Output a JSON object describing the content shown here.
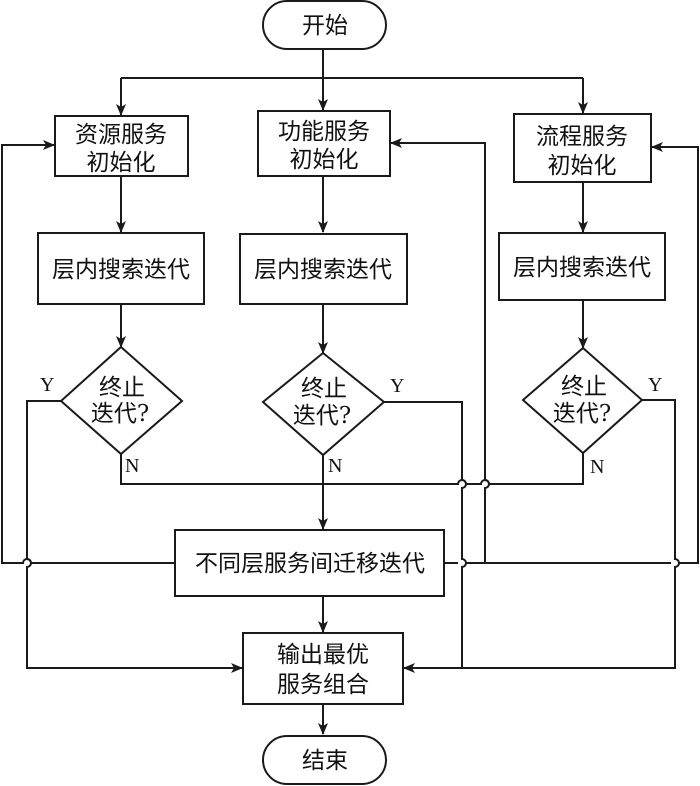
{
  "diagram": {
    "type": "flowchart",
    "nodes": {
      "start": {
        "kind": "terminal",
        "lines": [
          "开始"
        ]
      },
      "init_resource": {
        "kind": "process",
        "lines": [
          "资源服务",
          "初始化"
        ]
      },
      "init_function": {
        "kind": "process",
        "lines": [
          "功能服务",
          "初始化"
        ]
      },
      "init_flow": {
        "kind": "process",
        "lines": [
          "流程服务",
          "初始化"
        ]
      },
      "search_resource": {
        "kind": "process",
        "lines": [
          "层内搜索迭代"
        ]
      },
      "search_function": {
        "kind": "process",
        "lines": [
          "层内搜索迭代"
        ]
      },
      "search_flow": {
        "kind": "process",
        "lines": [
          "层内搜索迭代"
        ]
      },
      "decide_resource": {
        "kind": "decision",
        "lines": [
          "终止",
          "迭代?"
        ]
      },
      "decide_function": {
        "kind": "decision",
        "lines": [
          "终止",
          "迭代?"
        ]
      },
      "decide_flow": {
        "kind": "decision",
        "lines": [
          "终止",
          "迭代?"
        ]
      },
      "migrate": {
        "kind": "process",
        "lines": [
          "不同层服务间迁移迭代"
        ]
      },
      "output": {
        "kind": "process",
        "lines": [
          "输出最优",
          "服务组合"
        ]
      },
      "end": {
        "kind": "terminal",
        "lines": [
          "结束"
        ]
      }
    },
    "edge_labels": {
      "yes": "Y",
      "no": "N"
    },
    "edges": [
      {
        "from": "start",
        "to": "init_resource"
      },
      {
        "from": "start",
        "to": "init_function"
      },
      {
        "from": "start",
        "to": "init_flow"
      },
      {
        "from": "init_resource",
        "to": "search_resource"
      },
      {
        "from": "init_function",
        "to": "search_function"
      },
      {
        "from": "init_flow",
        "to": "search_flow"
      },
      {
        "from": "search_resource",
        "to": "decide_resource"
      },
      {
        "from": "search_function",
        "to": "decide_function"
      },
      {
        "from": "search_flow",
        "to": "decide_flow"
      },
      {
        "from": "decide_resource",
        "to": "migrate",
        "label": "N"
      },
      {
        "from": "decide_function",
        "to": "migrate",
        "label": "N"
      },
      {
        "from": "decide_flow",
        "to": "migrate",
        "label": "N"
      },
      {
        "from": "decide_resource",
        "to": "output",
        "label": "Y"
      },
      {
        "from": "decide_function",
        "to": "output",
        "label": "Y"
      },
      {
        "from": "decide_flow",
        "to": "output",
        "label": "Y"
      },
      {
        "from": "migrate",
        "to": "init_resource"
      },
      {
        "from": "migrate",
        "to": "init_function"
      },
      {
        "from": "migrate",
        "to": "init_flow"
      },
      {
        "from": "migrate",
        "to": "output"
      },
      {
        "from": "output",
        "to": "end"
      }
    ]
  }
}
